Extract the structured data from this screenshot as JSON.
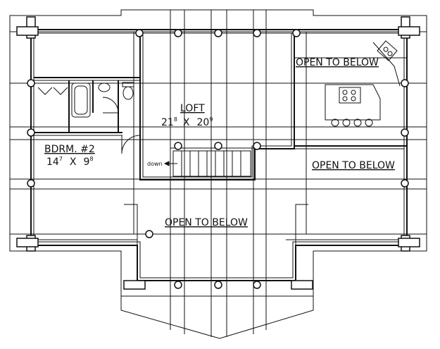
{
  "plan": {
    "loft": {
      "label": "LOFT",
      "dim_w": "21",
      "dim_w_in": "8",
      "dim_x": "X",
      "dim_d": "20",
      "dim_d_in": "9"
    },
    "bedroom": {
      "label": "BDRM. #2",
      "dim_w": "14",
      "dim_w_in": "7",
      "dim_x": "X",
      "dim_d": "9",
      "dim_d_in": "8"
    },
    "open_below": "OPEN TO BELOW",
    "stair_label": "down"
  }
}
